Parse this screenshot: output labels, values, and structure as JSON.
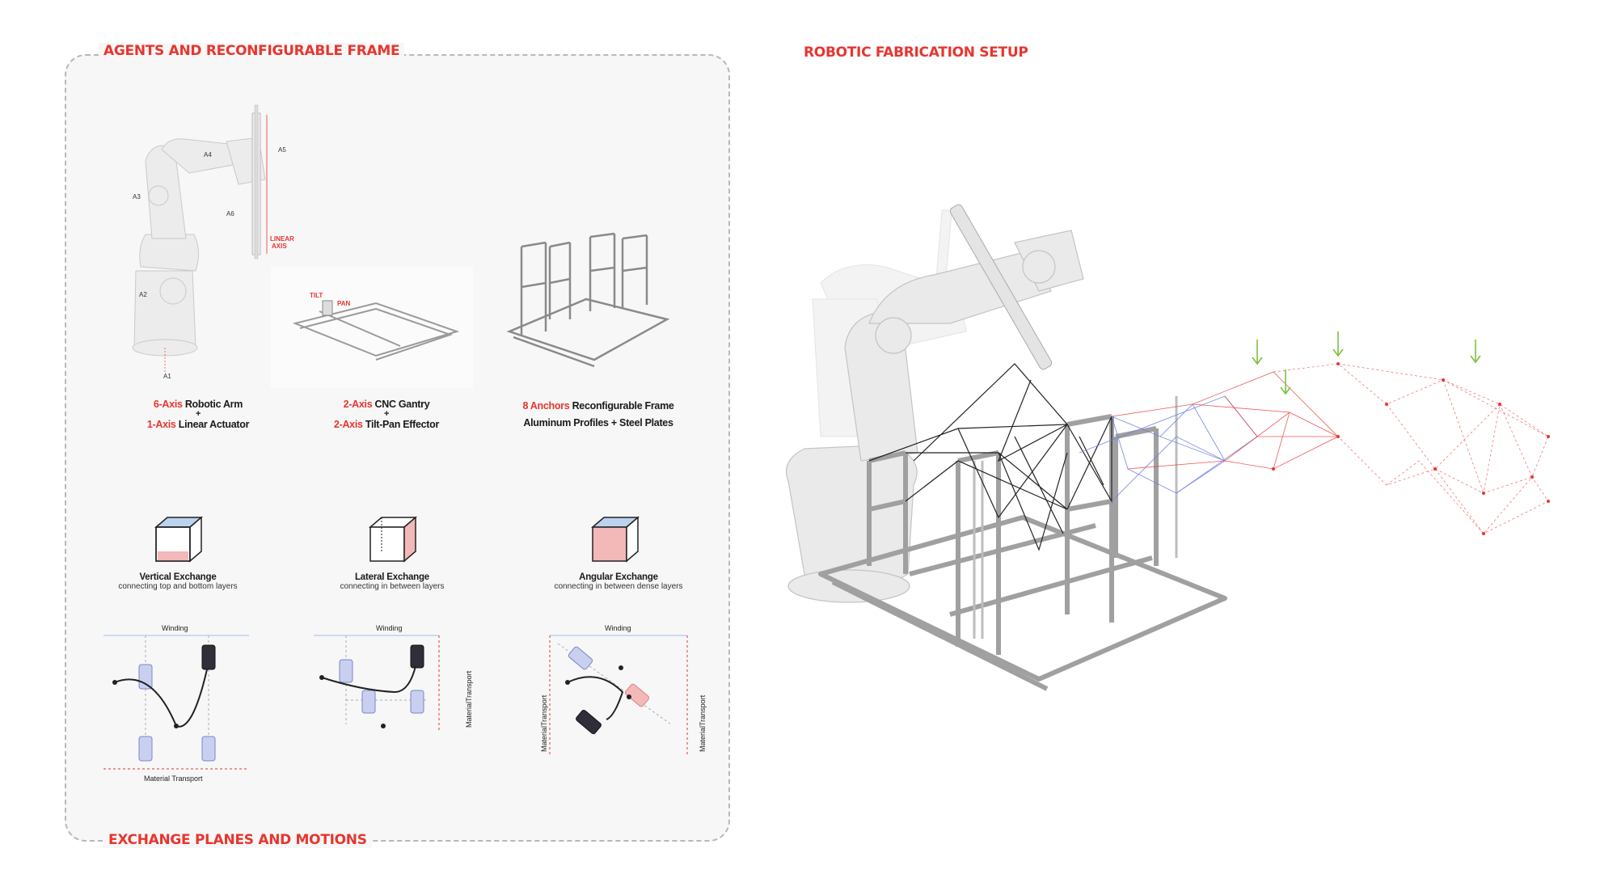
{
  "titles": {
    "agents": "AGENTS AND RECONFIGURABLE FRAME",
    "exchange": "EXCHANGE PLANES AND MOTIONS",
    "robotic": "ROBOTIC FABRICATION SETUP"
  },
  "arm": {
    "axis_labels": [
      "A1",
      "A2",
      "A3",
      "A4",
      "A5",
      "A6"
    ],
    "linear_label": [
      "LINEAR",
      "AXIS"
    ],
    "caption_line1_red": "6-Axis",
    "caption_line1_rest": " Robotic Arm",
    "plus": "+",
    "caption_line2_red": "1-Axis",
    "caption_line2_rest": " Linear Actuator"
  },
  "gantry": {
    "tilt_label": "TILT",
    "pan_label": "PAN",
    "caption_line1_red": "2-Axis",
    "caption_line1_rest": " CNC Gantry",
    "plus": "+",
    "caption_line2_red": "2-Axis",
    "caption_line2_rest": " Tilt-Pan Effector"
  },
  "frame": {
    "caption_line1_red": "8 Anchors",
    "caption_line1_rest": " Reconfigurable Frame",
    "caption_line2": "Aluminum Profiles + Steel Plates"
  },
  "exchanges": [
    {
      "title": "Vertical Exchange",
      "subtitle": "connecting top and bottom layers"
    },
    {
      "title": "Lateral Exchange",
      "subtitle": "connecting in between layers"
    },
    {
      "title": "Angular Exchange",
      "subtitle": "connecting in between dense layers"
    }
  ],
  "motions": {
    "winding": "Winding",
    "material_transport": "Material Transport",
    "material_transport_vertical": "MaterialTransport"
  },
  "colors": {
    "accent": "#e8352f",
    "blue": "#6b7fe0",
    "green": "#7cc240",
    "light_blue": "#bcd3ef",
    "light_red": "#f3b8b8"
  }
}
